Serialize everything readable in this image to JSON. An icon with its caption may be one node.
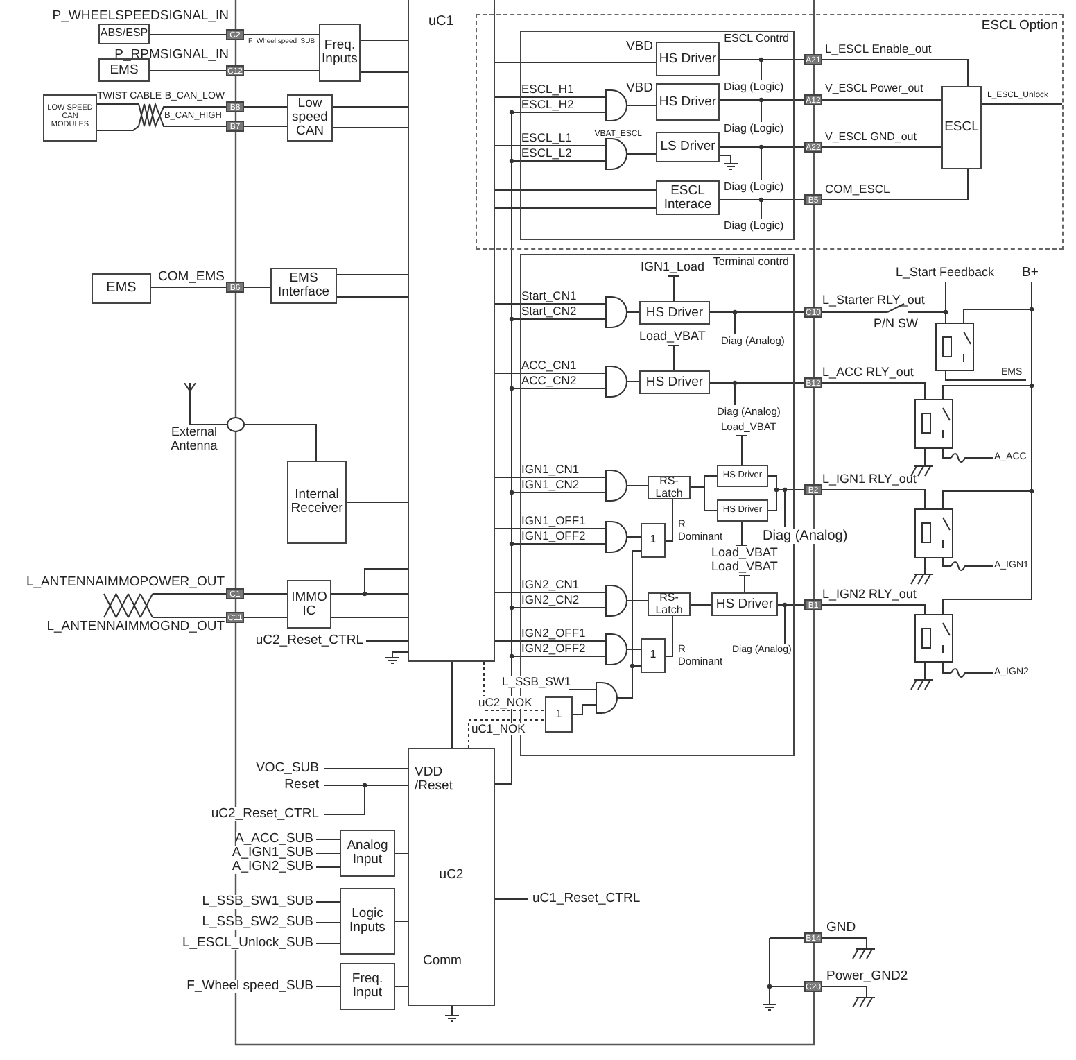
{
  "diagram": {
    "nodes": [
      {
        "text": [
          "ABS/ESP"
        ]
      },
      {
        "text": [
          "EMS"
        ]
      },
      {
        "text": [
          "LOW SPEED CAN MODULES"
        ]
      },
      {
        "text": [
          "Freq. Inputs"
        ]
      },
      {
        "text": [
          "Low speed CAN"
        ]
      },
      {
        "text": [
          "EMS"
        ]
      },
      {
        "text": [
          "EMS Interface"
        ]
      },
      {
        "text": [
          "Internal Receiver"
        ]
      },
      {
        "text": [
          "IMMO IC"
        ]
      },
      {
        "text": [
          "uC1"
        ]
      },
      {
        "text": [
          "ESCL Option"
        ]
      },
      {
        "text": [
          "ESCL Contrd"
        ],
        "in": 10
      },
      {
        "text": [
          "HS Driver"
        ],
        "in": 11
      },
      {
        "text": [
          "HS Driver"
        ],
        "in": 11
      },
      {
        "text": [
          "LS Driver"
        ],
        "in": 11
      },
      {
        "text": [
          "ESCL Interace"
        ],
        "in": 11
      },
      {
        "text": [
          "ESCL"
        ],
        "in": 10
      },
      {
        "text": [
          "Terminal contrd"
        ]
      },
      {
        "text": [
          "HS Driver"
        ],
        "in": 17
      },
      {
        "text": [
          "HS Driver"
        ],
        "in": 17
      },
      {
        "text": [
          "RS-Latch"
        ],
        "in": 17
      },
      {
        "text": [
          "HS Driver"
        ],
        "in": 17
      },
      {
        "text": [
          "HS Driver"
        ],
        "in": 17
      },
      {
        "text": [
          "1"
        ],
        "in": 17
      },
      {
        "text": [
          "RS-Latch"
        ],
        "in": 17
      },
      {
        "text": [
          "HS Driver"
        ],
        "in": 17
      },
      {
        "text": [
          "1"
        ],
        "in": 17
      },
      {
        "text": [
          "1"
        ],
        "in": 17
      },
      {
        "text": [
          "VDD /Reset",
          "uC2",
          "Comm"
        ]
      },
      {
        "text": [
          "Analog Input"
        ]
      },
      {
        "text": [
          "Logic Inputs"
        ]
      },
      {
        "text": [
          "Freq. Input"
        ]
      },
      {
        "text": [],
        "shape": "picture",
        "beside": [
          "External Antenna"
        ]
      }
    ],
    "edges": [
      {
        "from": 0,
        "to": 3,
        "arrow": "none"
      },
      {
        "from": 1,
        "to": 3,
        "arrow": "none"
      },
      {
        "from": 2,
        "to": 4,
        "arrow": "none"
      },
      {
        "from": 2,
        "to": 4,
        "arrow": "none"
      },
      {
        "from": 3,
        "to": 9,
        "arrow": "none"
      },
      {
        "from": 3,
        "to": 9,
        "arrow": "none"
      },
      {
        "from": 4,
        "to": 9,
        "arrow": "none"
      },
      {
        "from": 4,
        "to": 9,
        "arrow": "none"
      },
      {
        "from": 5,
        "to": 6,
        "arrow": "none"
      },
      {
        "from": 6,
        "to": 9,
        "arrow": "none"
      },
      {
        "from": 6,
        "to": 9,
        "arrow": "none"
      },
      {
        "from": 7,
        "to": 9,
        "arrow": "none"
      },
      {
        "from": 8,
        "to": 9,
        "arrow": "none"
      },
      {
        "from": 8,
        "to": 9,
        "arrow": "none"
      },
      {
        "from": 9,
        "to": 28,
        "arrow": "none"
      },
      {
        "from": 9,
        "to": 12,
        "arrow": "none"
      },
      {
        "from": 9,
        "to": 15,
        "arrow": "none"
      },
      {
        "from": 9,
        "to": 15,
        "arrow": "none"
      },
      {
        "from": 12,
        "to": 16,
        "arrow": "none"
      },
      {
        "from": 13,
        "to": 16,
        "arrow": "none"
      },
      {
        "from": 14,
        "to": 16,
        "arrow": "none"
      },
      {
        "from": 15,
        "to": 16,
        "arrow": "none"
      },
      {
        "from": 20,
        "to": 21,
        "arrow": "none"
      },
      {
        "from": 20,
        "to": 22,
        "arrow": "none"
      },
      {
        "from": 24,
        "to": 25,
        "arrow": "none"
      },
      {
        "from": 23,
        "to": 20,
        "arrow": "none"
      },
      {
        "from": 26,
        "to": 24,
        "arrow": "none"
      },
      {
        "from": 29,
        "to": 28,
        "arrow": "none"
      },
      {
        "from": 30,
        "to": 28,
        "arrow": "none"
      },
      {
        "from": 31,
        "to": 28,
        "arrow": "none"
      },
      {
        "from": 8,
        "to": 9,
        "arrow": "none"
      },
      {
        "from": 9,
        "to": 13,
        "arrow": "none"
      },
      {
        "from": 9,
        "to": 14,
        "arrow": "none"
      },
      {
        "from": 9,
        "to": 18,
        "arrow": "none"
      },
      {
        "from": 9,
        "to": 19,
        "arrow": "none"
      },
      {
        "from": 9,
        "to": 20,
        "arrow": "none"
      },
      {
        "from": 9,
        "to": 23,
        "arrow": "none"
      },
      {
        "from": 9,
        "to": 24,
        "arrow": "none"
      },
      {
        "from": 9,
        "to": 26,
        "arrow": "none"
      },
      {
        "from": 28,
        "to": 13,
        "arrow": "none"
      },
      {
        "from": 28,
        "to": 14,
        "arrow": "none"
      },
      {
        "from": 28,
        "to": 18,
        "arrow": "none"
      },
      {
        "from": 28,
        "to": 19,
        "arrow": "none"
      },
      {
        "from": 28,
        "to": 20,
        "arrow": "none"
      },
      {
        "from": 28,
        "to": 23,
        "arrow": "none"
      },
      {
        "from": 28,
        "to": 24,
        "arrow": "none"
      },
      {
        "from": 28,
        "to": 26,
        "arrow": "none"
      },
      {
        "from": 27,
        "to": 23,
        "arrow": "none"
      },
      {
        "from": 27,
        "to": 26,
        "arrow": "none"
      },
      {
        "from": 28,
        "to": 27,
        "arrow": "none",
        "style": "dashed"
      },
      {
        "from": 9,
        "to": 27,
        "arrow": "none",
        "style": "dashed"
      },
      {
        "from": 32,
        "to": 7,
        "arrow": "none"
      },
      {
        "from": 21,
        "to": 22,
        "arrow": "none"
      }
    ],
    "labels": [
      "P_WHEELSPEEDSIGNAL_IN",
      "C2",
      "F_Wheel speed_SUB",
      "P_RPMSIGNAL_IN",
      "C12",
      "TWIST CABLE",
      "B_CAN_LOW",
      "B8",
      "B_CAN_HIGH",
      "B7",
      "COM_EMS",
      "B6",
      "L_ANTENNAIMMOPOWER_OUT",
      "C1",
      "L_ANTENNAIMMOGND_OUT",
      "C11",
      "uC2_Reset_CTRL",
      "VBD",
      "A21",
      "L_ESCL Enable_out",
      "ESCL_H1",
      "VBD",
      "Diag (Logic)",
      "A12",
      "V_ESCL Power_out",
      "L_ESCL_Unlock",
      "ESCL_H2",
      "ESCL_L1",
      "VBAT_ESCL",
      "Diag (Logic)",
      "A22",
      "V_ESCL GND_out",
      "ESCL_L2",
      "Diag (Logic)",
      "B5",
      "COM_ESCL",
      "Diag (Logic)",
      "IGN1_Load",
      "L_Start Feedback",
      "B+",
      "Start_CN1",
      "L_Starter RLY_out",
      "Start_CN2",
      "C10",
      "P/N SW",
      "Load_VBAT",
      "Diag (Analog)",
      "ACC_CN1",
      "L_ACC RLY_out",
      "EMS",
      "ACC_CN2",
      "B12",
      "Diag (Analog)",
      "Load_VBAT",
      "A_ACC",
      "IGN1_CN1",
      "L_IGN1 RLY_out",
      "IGN1_CN2",
      "B2",
      "IGN1_OFF1",
      "R Dominant",
      "IGN1_OFF2",
      "Diag (Analog)",
      "Load_VBAT",
      "Load_VBAT",
      "A_IGN1",
      "IGN2_CN1",
      "L_IGN2 RLY_out",
      "IGN2_CN2",
      "B1",
      "IGN2_OFF1",
      "IGN2_OFF2",
      "R Dominant",
      "Diag (Analog)",
      "A_IGN2",
      "L_SSB_SW1",
      "uC2_NOK",
      "uC1_NOK",
      "VOC_SUB",
      "Reset",
      "uC2_Reset_CTRL",
      "A_ACC_SUB",
      "A_IGN1_SUB",
      "A_IGN2_SUB",
      "L_SSB_SW1_SUB",
      "uC1_Reset_CTRL",
      "L_SSB_SW2_SUB",
      "GND",
      "L_ESCL_Unlock_SUB",
      "B14",
      "F_Wheel speed_SUB",
      "C20",
      "Power_GND2"
    ]
  }
}
